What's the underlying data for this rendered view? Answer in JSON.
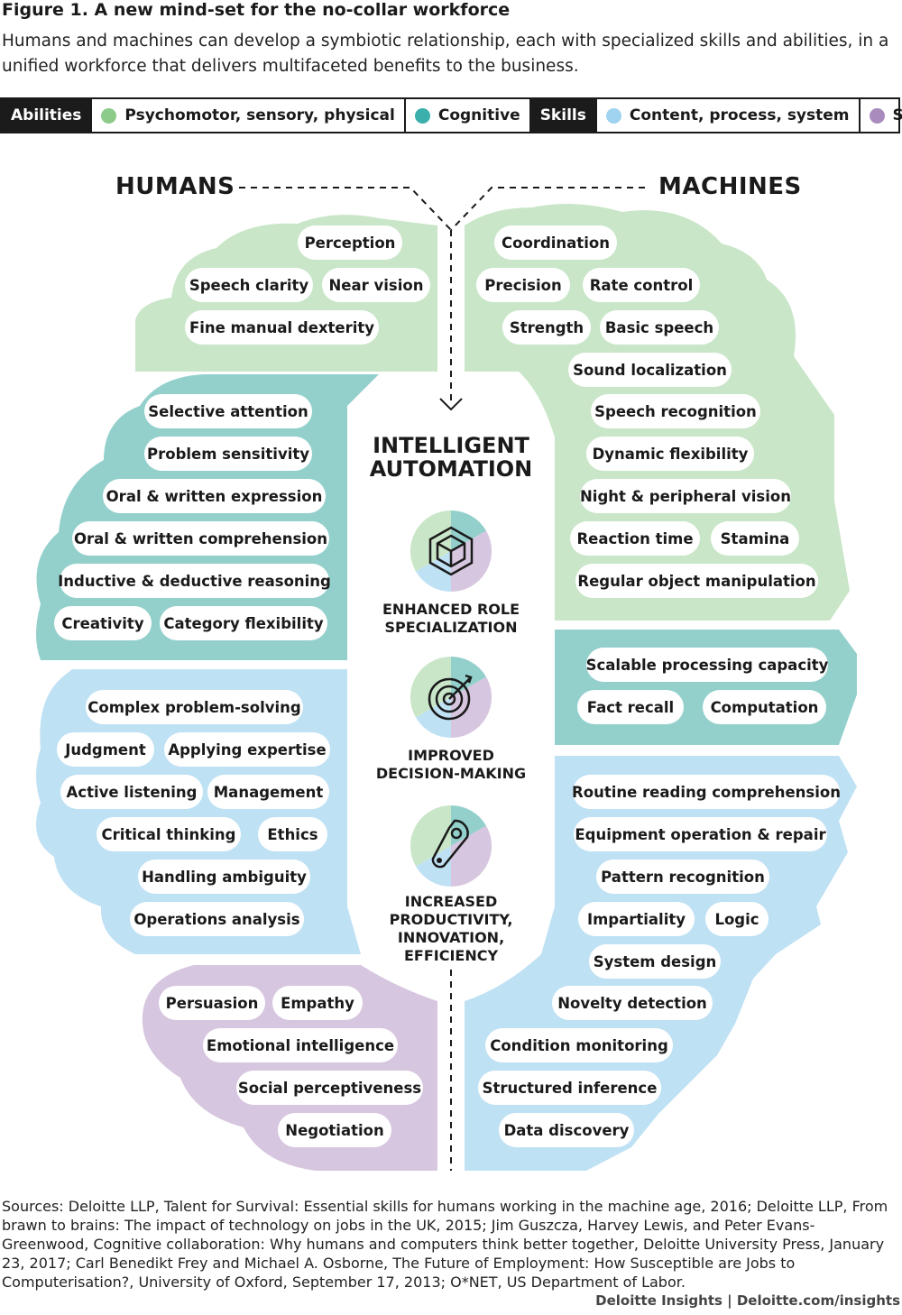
{
  "header": {
    "title": "Figure 1. A new mind-set for the no-collar workforce",
    "subtitle": "Humans and machines can develop a symbiotic relationship, each with specialized skills and abilities, in a unified workforce that delivers multifaceted benefits to the business."
  },
  "legend": {
    "abilities_label": "Abilities",
    "psychomotor": "Psychomotor, sensory, physical",
    "cognitive": "Cognitive",
    "skills_label": "Skills",
    "content": "Content, process, system",
    "social": "Social"
  },
  "colors": {
    "psychomotor": "#c9e6c8",
    "cognitive": "#93d0cc",
    "content": "#bfe1f4",
    "social": "#d6c6df",
    "psychomotor_dot": "#8ccb8a",
    "cognitive_dot": "#3aafab",
    "content_dot": "#9fd3f0",
    "social_dot": "#a98bbd"
  },
  "headings": {
    "humans": "HUMANS",
    "machines": "MACHINES"
  },
  "center": {
    "title_line1": "INTELLIGENT",
    "title_line2": "AUTOMATION",
    "benefit1_line1": "ENHANCED ROLE",
    "benefit1_line2": "SPECIALIZATION",
    "benefit2_line1": "IMPROVED",
    "benefit2_line2": "DECISION-MAKING",
    "benefit3_line1": "INCREASED",
    "benefit3_line2": "PRODUCTIVITY,",
    "benefit3_line3": "INNOVATION,",
    "benefit3_line4": "EFFICIENCY",
    "icon1": "cube-icon",
    "icon2": "target-icon",
    "icon3": "gear-belt-icon"
  },
  "humans": {
    "psychomotor": [
      "Perception",
      "Speech clarity",
      "Near vision",
      "Fine manual dexterity"
    ],
    "cognitive": [
      "Selective attention",
      "Problem sensitivity",
      "Oral & written expression",
      "Oral & written comprehension",
      "Inductive & deductive reasoning",
      "Creativity",
      "Category flexibility"
    ],
    "content": [
      "Complex problem-solving",
      "Judgment",
      "Applying expertise",
      "Active listening",
      "Management",
      "Critical thinking",
      "Ethics",
      "Handling ambiguity",
      "Operations analysis"
    ],
    "social": [
      "Persuasion",
      "Empathy",
      "Emotional intelligence",
      "Social perceptiveness",
      "Negotiation"
    ]
  },
  "machines": {
    "psychomotor": [
      "Coordination",
      "Precision",
      "Rate control",
      "Strength",
      "Basic speech",
      "Sound localization",
      "Speech recognition",
      "Dynamic flexibility",
      "Night & peripheral vision",
      "Reaction time",
      "Stamina",
      "Regular object manipulation"
    ],
    "cognitive": [
      "Scalable processing capacity",
      "Fact recall",
      "Computation"
    ],
    "content": [
      "Routine reading comprehension",
      "Equipment operation & repair",
      "Pattern recognition",
      "Impartiality",
      "Logic",
      "System design",
      "Novelty detection",
      "Condition monitoring",
      "Structured inference",
      "Data discovery"
    ]
  },
  "sources": "Sources: Deloitte LLP, Talent for Survival: Essential skills for humans working in the machine age, 2016; Deloitte LLP, From brawn to brains: The impact of technology on jobs in the UK, 2015; Jim Guszcza, Harvey Lewis, and Peter Evans-Greenwood, Cognitive collaboration: Why humans and computers think better together, Deloitte University Press, January 23, 2017; Carl Benedikt Frey and Michael A. Osborne, The Future of Employment: How Susceptible are Jobs to Computerisation?, University of Oxford, September 17, 2013; O*NET, US Department of Labor.",
  "footer": "Deloitte Insights | Deloitte.com/insights"
}
